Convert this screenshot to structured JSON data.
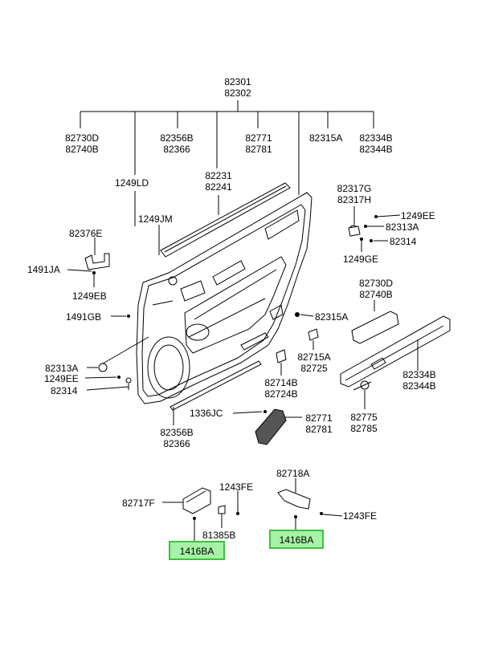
{
  "parts": {
    "door_trim": [
      "82301",
      "82302"
    ],
    "armrest_cover": [
      "82730D",
      "82740B"
    ],
    "weatherstrip": [
      "82356B",
      "82366"
    ],
    "speaker_grille_top": [
      "82771",
      "82781"
    ],
    "stopper_top": "82315A",
    "armrest_top": [
      "82334B",
      "82344B"
    ],
    "screw_1249ld": "1249LD",
    "inner_strip": [
      "82231",
      "82241"
    ],
    "screw_1249jm": "1249JM",
    "handle": [
      "82317G",
      "82317H"
    ],
    "screw_1249ee_top": "1249EE",
    "clip_82313a_top": "82313A",
    "clip_82314_top": "82314",
    "screw_1249ge": "1249GE",
    "bracket_82376e": "82376E",
    "screw_1491ja": "1491JA",
    "screw_1249eb": "1249EB",
    "screw_1491gb": "1491GB",
    "armrest_pad": [
      "82730D",
      "82740B"
    ],
    "stopper_mid": "82315A",
    "pull_cup": [
      "82715A",
      "82725"
    ],
    "clip_82313a_left": "82313A",
    "screw_1249ee_left": "1249EE",
    "clip_82314_left": "82314",
    "armrest_bottom": [
      "82334B",
      "82344B"
    ],
    "pocket": [
      "82714B",
      "82724B"
    ],
    "speaker_grille_bottom": [
      "82771",
      "82781"
    ],
    "screw_1336jc": "1336JC",
    "clip_82775": [
      "82775",
      "82785"
    ],
    "weatherstrip_bottom": [
      "82356B",
      "82366"
    ],
    "bracket_82717f": "82717F",
    "screw_1243fe_left": "1243FE",
    "clip_81385b": "81385B",
    "bolt_1416ba_left": "1416BA",
    "bracket_82718a": "82718A",
    "bolt_1416ba_right": "1416BA",
    "screw_1243fe_right": "1243FE"
  },
  "highlight_color": "#a6f2a6",
  "highlight_border": "#3ec13e"
}
